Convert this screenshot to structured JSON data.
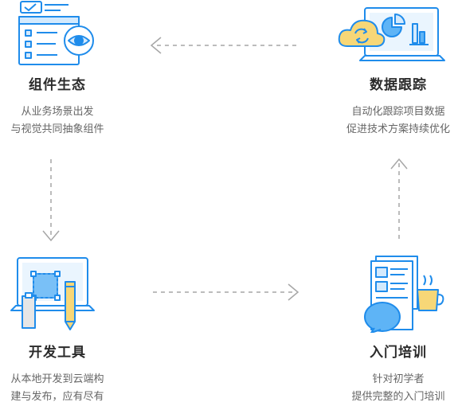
{
  "nodes": {
    "ecosystem": {
      "title": "组件生态",
      "desc_line1": "从业务场景出发",
      "desc_line2": "与视觉共同抽象组件"
    },
    "data_tracking": {
      "title": "数据跟踪",
      "desc_line1": "自动化跟踪项目数据",
      "desc_line2": "促进技术方案持续优化"
    },
    "dev_tools": {
      "title": "开发工具",
      "desc_line1": "从本地开发到云端构",
      "desc_line2": "建与发布，应有尽有"
    },
    "getting_started": {
      "title": "入门培训",
      "desc_line1": "针对初学者",
      "desc_line2": "提供完整的入门培训"
    }
  },
  "colors": {
    "outline": "#1f8ceb",
    "fill_light": "#d4eafd",
    "fill_blue": "#5eb4f6",
    "accent_yellow": "#f7d777",
    "arrow_gray": "#a6a6a6"
  },
  "icons": {
    "ecosystem": "component-list-eye-icon",
    "data_tracking": "cloud-dashboard-icon",
    "dev_tools": "laptop-design-icon",
    "getting_started": "docs-chat-coffee-icon"
  }
}
